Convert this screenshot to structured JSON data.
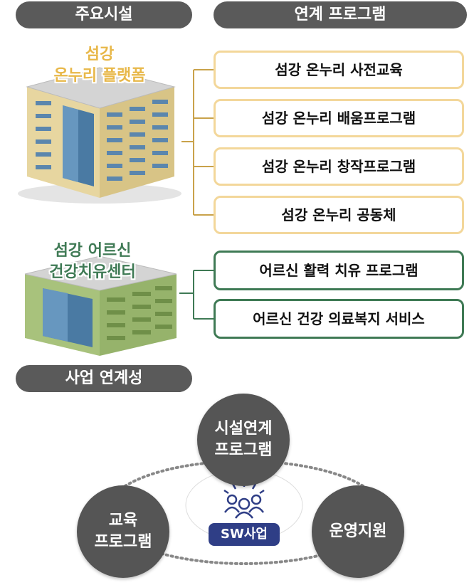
{
  "headers": {
    "facilities": "주요시설",
    "programs": "연계 프로그램",
    "linkage": "사업 연계성"
  },
  "buildings": {
    "platform": {
      "line1": "섬강",
      "line2": "온누리 플랫폼"
    },
    "healing": {
      "line1": "섬강 어르신",
      "line2": "건강치유센터"
    }
  },
  "programs_platform": [
    "섬강 온누리 사전교육",
    "섬강 온누리 배움프로그램",
    "섬강 온누리 창작프로그램",
    "섬강 온누리 공동체"
  ],
  "programs_healing": [
    "어르신 활력 치유 프로그램",
    "어르신 건강 의료복지 서비스"
  ],
  "linkage": {
    "top": {
      "line1": "시설연계",
      "line2": "프로그램"
    },
    "left": {
      "line1": "교육",
      "line2": "프로그램"
    },
    "right": "운영지원",
    "center": "SW사업"
  },
  "colors": {
    "pill": "#5a5a5a",
    "yellow_border": "#f3d79a",
    "green_border": "#3f7a55",
    "platform_label": "#e8b84a",
    "healing_label": "#3f7a55",
    "badge": "#2f3e86"
  }
}
